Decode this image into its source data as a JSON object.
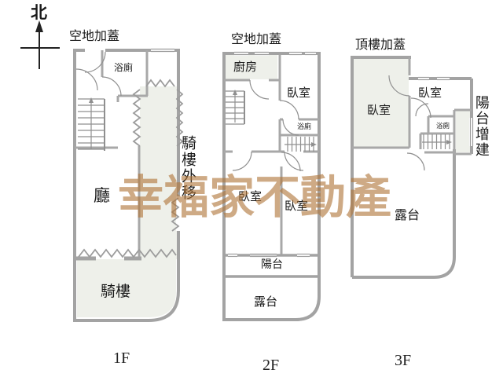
{
  "compass": {
    "north_label": "北"
  },
  "watermark": {
    "text": "幸福家不動產",
    "color_hex": "#B0763A"
  },
  "palette": {
    "wall_gray": "#A3A3A3",
    "room_shade": "#EEF0EA",
    "text_color": "#1A1A1A"
  },
  "floors": [
    {
      "floor_label": "1F",
      "top_annotation": "空地加蓋",
      "side_annotation": "騎樓外移",
      "rooms": {
        "bathroom": "浴廁",
        "living_room": "廳",
        "arcade": "騎樓"
      }
    },
    {
      "floor_label": "2F",
      "top_annotation": "空地加蓋",
      "rooms": {
        "kitchen": "廚房",
        "bedroom_top": "臥室",
        "bathroom": "浴廁",
        "bedroom_left": "臥室",
        "bedroom_right": "臥室",
        "balcony": "陽台",
        "terrace": "露台"
      }
    },
    {
      "floor_label": "3F",
      "top_annotation": "頂樓加蓋",
      "side_annotation": "陽台增建",
      "rooms": {
        "bedroom_left": "臥室",
        "bedroom_right": "臥室",
        "bathroom": "浴廁",
        "terrace": "露台"
      }
    }
  ]
}
